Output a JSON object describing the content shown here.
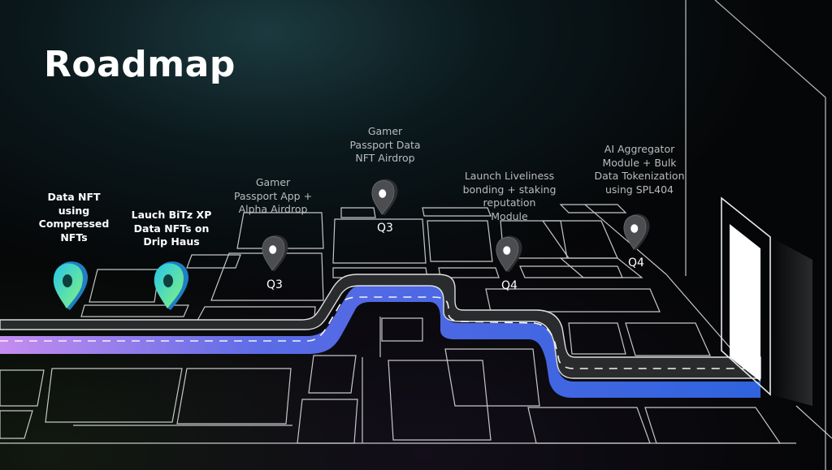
{
  "title": "Roadmap",
  "milestones": [
    {
      "label": "Data NFT\nusing\nCompressed\nNFTs",
      "quarter": "",
      "highlight": true
    },
    {
      "label": "Lauch BiTz XP\nData NFTs on\nDrip Haus",
      "quarter": "",
      "highlight": true
    },
    {
      "label": "Gamer\nPassport App +\nAlpha Airdrop",
      "quarter": "Q3",
      "highlight": false
    },
    {
      "label": "Gamer\nPassport Data\nNFT Airdrop",
      "quarter": "Q3",
      "highlight": false
    },
    {
      "label": "Launch Liveliness\nbonding + staking\nreputation\nModule",
      "quarter": "Q4",
      "highlight": false
    },
    {
      "label": "AI Aggregator\nModule + Bulk\nData Tokenization\nusing SPL404",
      "quarter": "Q4",
      "highlight": false
    }
  ],
  "colors": {
    "road": "#2b2c2e",
    "road_side": "#2f63de",
    "pin_gradient_start": "#7cf48a",
    "pin_gradient_end": "#22c2e8",
    "pin_grey": "#4b4d50",
    "grid_line": "#d9dcdd"
  }
}
